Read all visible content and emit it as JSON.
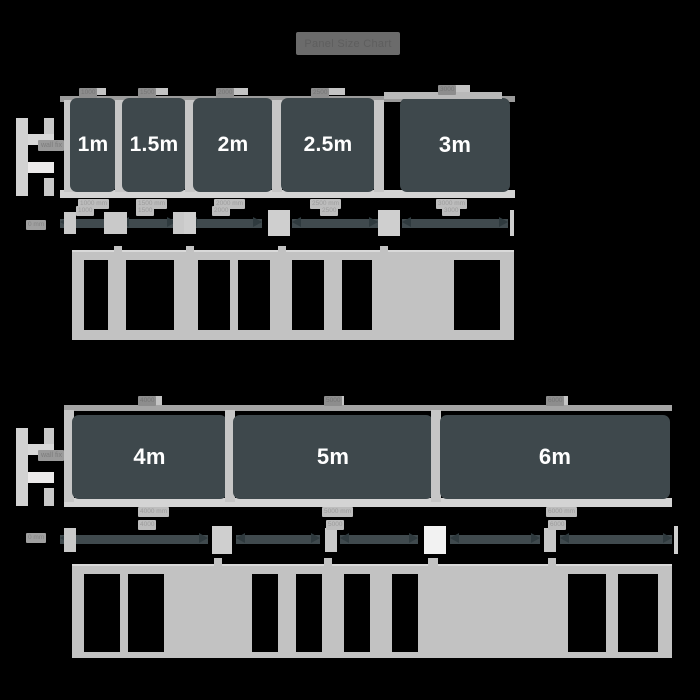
{
  "document": {
    "title": "Panel Size Chart",
    "background_color": "#000000",
    "panel_color": "#3e484c",
    "frame_color": "#c2c2c2",
    "dimension_color": "#404a4e",
    "label_color": "#9a9a9a"
  },
  "rows": [
    {
      "id": "row-top",
      "name": "small-sizes-row",
      "bracket_label": "wall fix",
      "panels": [
        {
          "label": "1m",
          "top_label": "1000",
          "bottom_label": "1000 mm"
        },
        {
          "label": "1.5m",
          "top_label": "1500",
          "bottom_label": "1500 mm"
        },
        {
          "label": "2m",
          "top_label": "2000",
          "bottom_label": "2000 mm"
        },
        {
          "label": "2.5m",
          "top_label": "2500",
          "bottom_label": "2500 mm"
        },
        {
          "label": "3m",
          "top_label": "3000",
          "bottom_label": "3000 mm"
        }
      ],
      "dimension": {
        "origin_label": "0 mm",
        "segments": [
          {
            "label": "1000"
          },
          {
            "label": "1500"
          },
          {
            "label": "2000"
          },
          {
            "label": "2500"
          },
          {
            "label": "3000"
          }
        ]
      }
    },
    {
      "id": "row-bottom",
      "name": "large-sizes-row",
      "bracket_label": "wall fix",
      "panels": [
        {
          "label": "4m",
          "top_label": "4000",
          "bottom_label": "4000 mm"
        },
        {
          "label": "5m",
          "top_label": "5000",
          "bottom_label": "5000 mm"
        },
        {
          "label": "6m",
          "top_label": "6000",
          "bottom_label": "6000 mm"
        }
      ],
      "dimension": {
        "origin_label": "0 mm",
        "segments": [
          {
            "label": "4000"
          },
          {
            "label": "5000"
          },
          {
            "label": "6000"
          }
        ]
      }
    }
  ]
}
